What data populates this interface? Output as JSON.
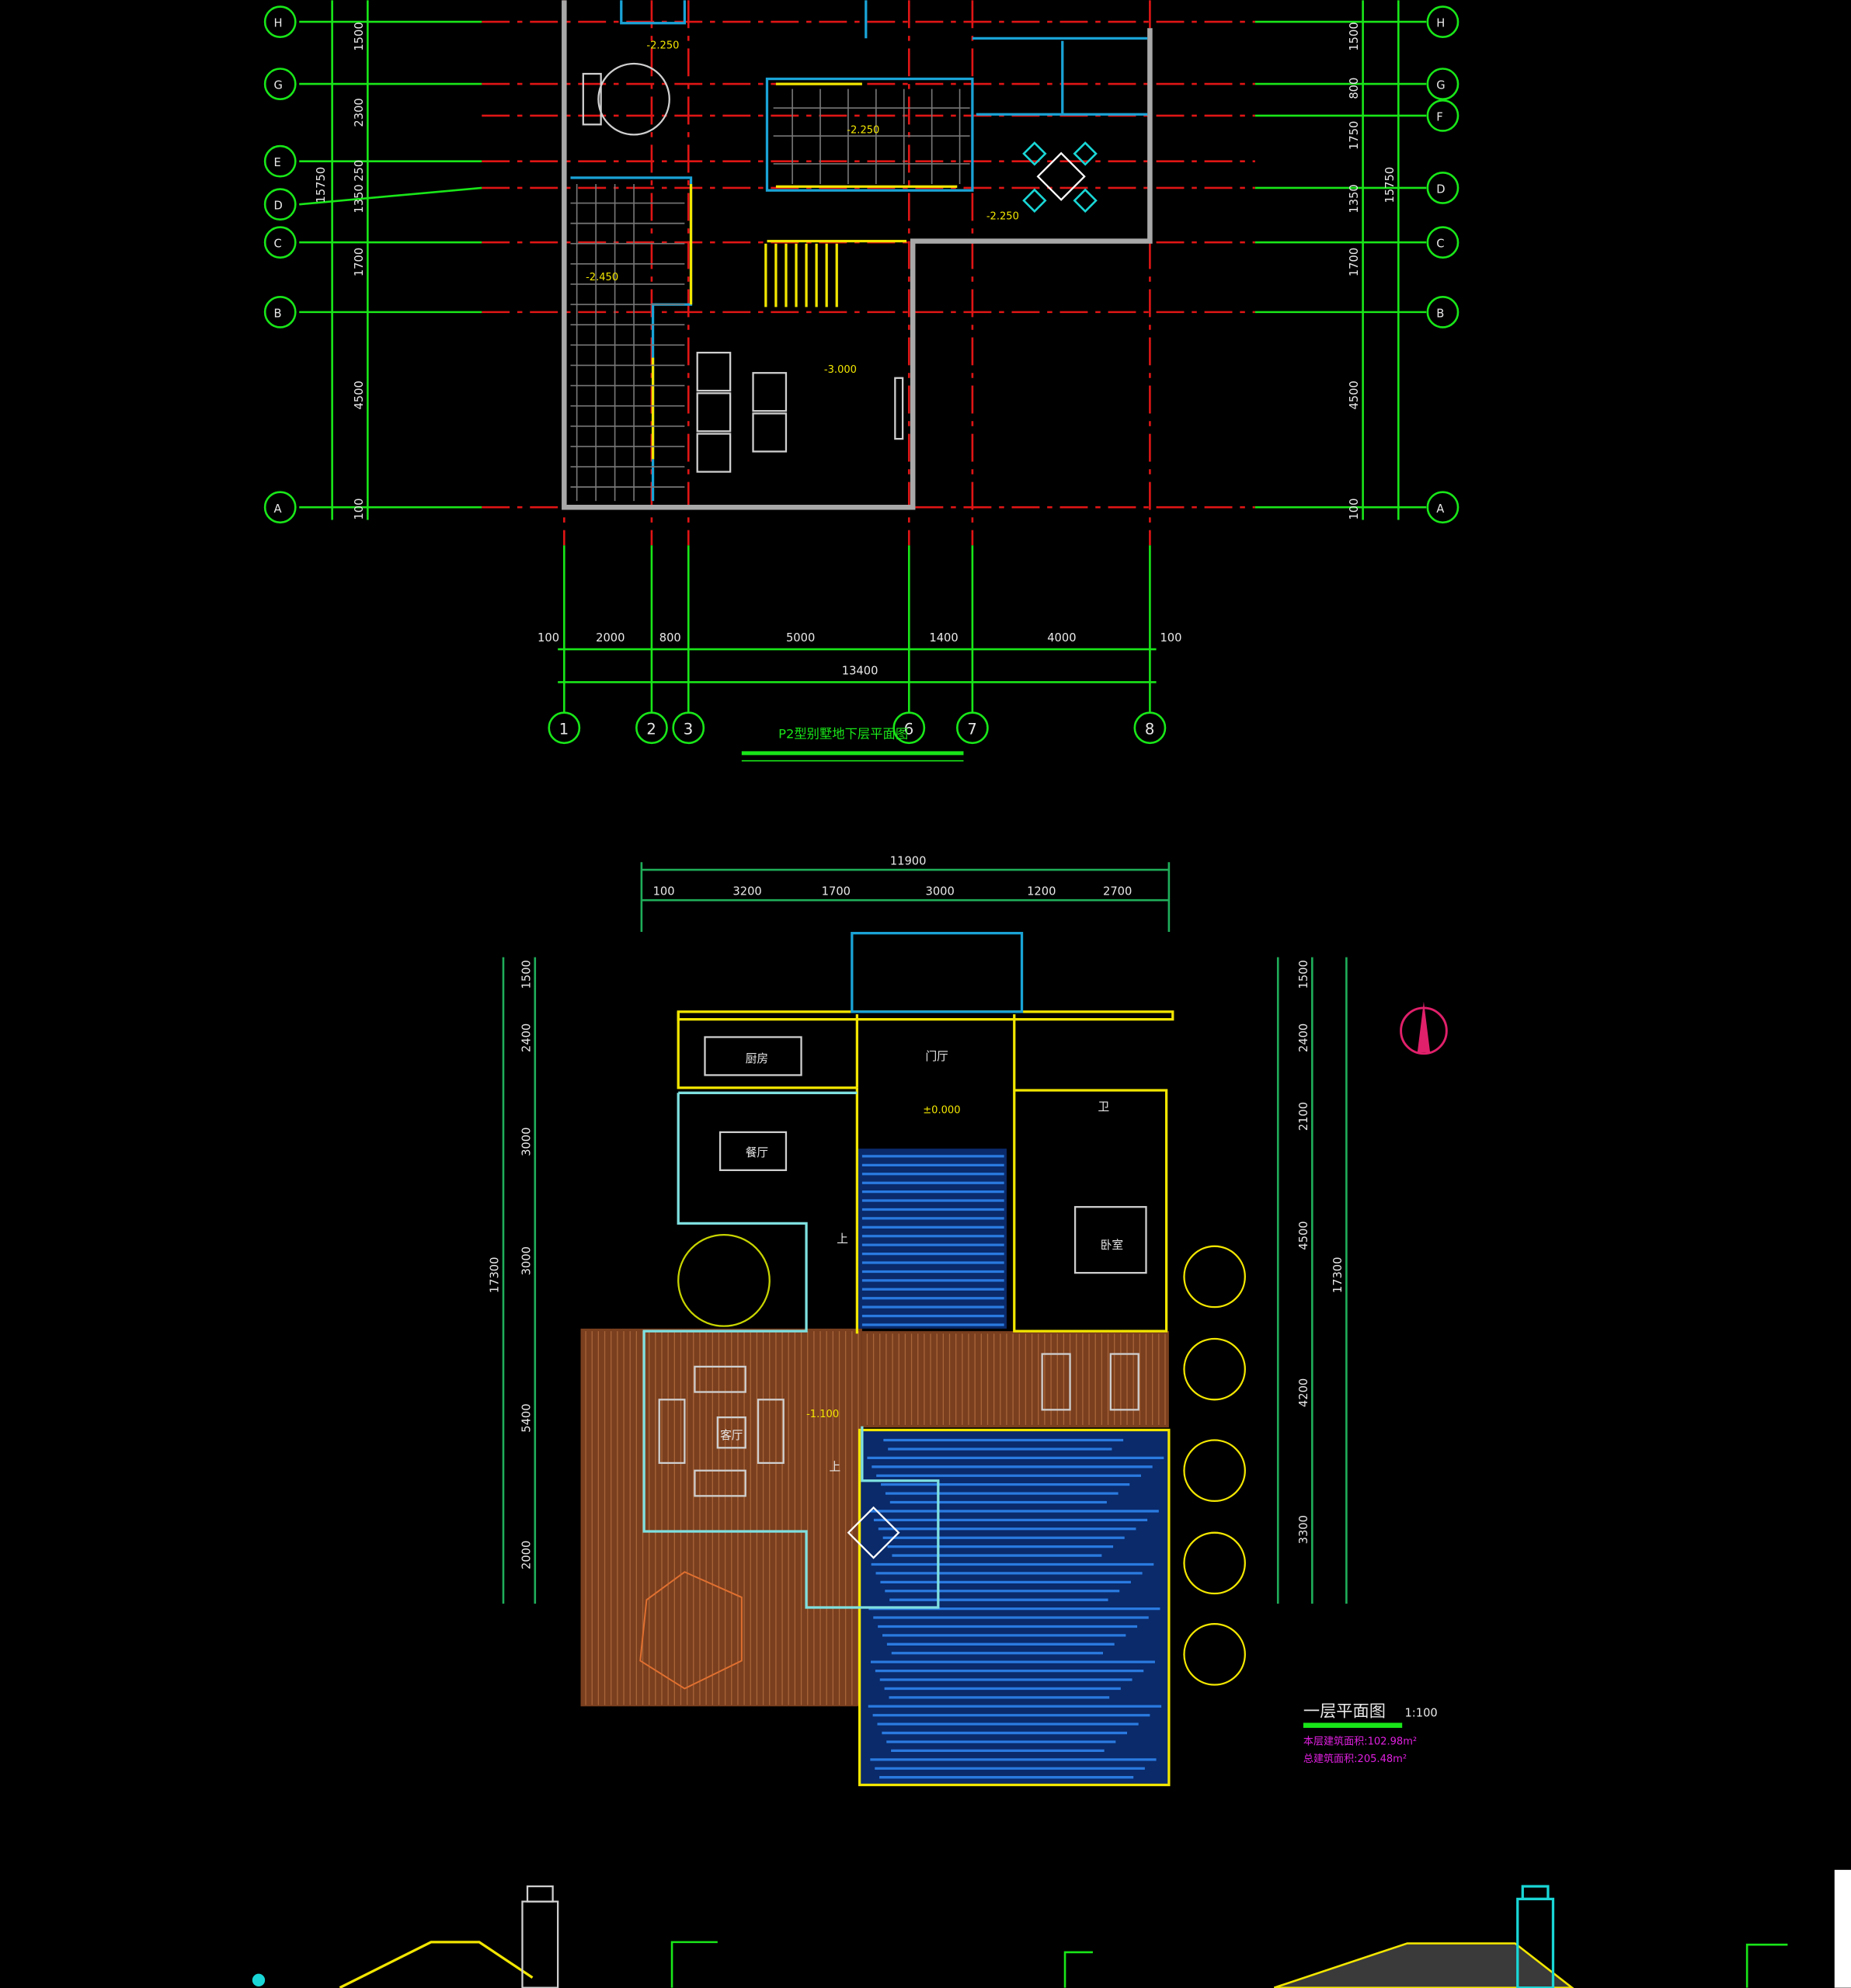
{
  "basement_plan": {
    "title": "P2型别墅地下层平面图",
    "row_axes": [
      "H",
      "G",
      "F",
      "E",
      "D",
      "C",
      "B",
      "A"
    ],
    "col_axes": [
      "1",
      "2",
      "3",
      "6",
      "7",
      "8"
    ],
    "bottom_dims": [
      "100",
      "2000",
      "800",
      "5000",
      "1400",
      "4000",
      "100"
    ],
    "bottom_total": "13400",
    "left_dims": [
      "1500",
      "2300",
      "250",
      "1350",
      "1700",
      "4500",
      "100"
    ],
    "left_total": "15750",
    "right_dims": [
      "1500",
      "800",
      "1750",
      "1350",
      "1700",
      "4500",
      "100"
    ],
    "right_total": "15750",
    "elevations": [
      "-2.250",
      "-2.250",
      "-2.250",
      "-2.450",
      "-3.000"
    ]
  },
  "ground_plan": {
    "title": "一层平面图",
    "scale": "1:100",
    "area_line_1": "本层建筑面积:102.98m²",
    "area_line_2": "总建筑面积:205.48m²",
    "top_total": "11900",
    "top_dims": [
      "100",
      "3200",
      "1700",
      "3000",
      "1200",
      "2700"
    ],
    "left_total": "17300",
    "left_dims": [
      "1500",
      "2400",
      "3000",
      "3000",
      "5400",
      "2000"
    ],
    "right_total": "17300",
    "right_dims": [
      "1500",
      "2400",
      "2100",
      "4500",
      "4200",
      "3300"
    ],
    "elevations": [
      "±0.000",
      "-1.100"
    ],
    "room_labels": [
      "厨房",
      "门厅",
      "餐厅",
      "卧室",
      "客厅",
      "卫"
    ],
    "stair_labels": [
      "上",
      "上"
    ]
  },
  "colors": {
    "grid": "#19e619",
    "axis": "#e01515",
    "wall": "#a8a8a8",
    "window": "#1aa3d6",
    "door": "#f2e600",
    "deck": "#8a4a24",
    "pool": "#1a4fa8",
    "north": "#e0206a"
  }
}
